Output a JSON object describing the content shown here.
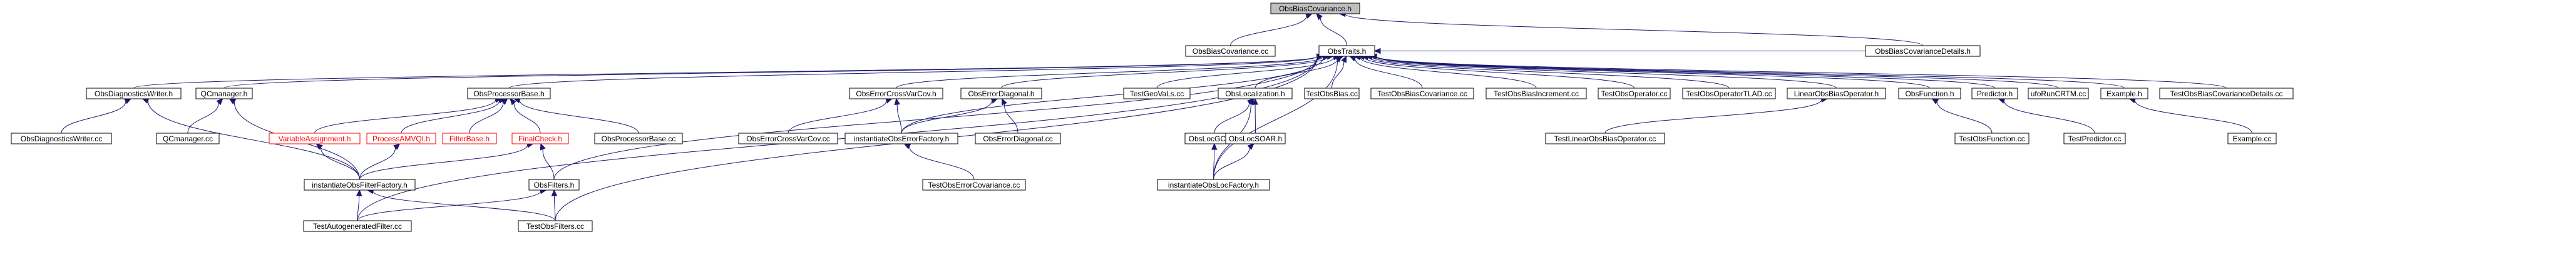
{
  "nodes": [
    {
      "id": "root",
      "label": "ObsBiasCovariance.h",
      "root": true
    },
    {
      "id": "obsbiascov_cc",
      "label": "ObsBiasCovariance.cc"
    },
    {
      "id": "obstraits",
      "label": "ObsTraits.h"
    },
    {
      "id": "obsbiascovdetails",
      "label": "ObsBiasCovarianceDetails.h"
    },
    {
      "id": "obsdiagwriter_h",
      "label": "ObsDiagnosticsWriter.h"
    },
    {
      "id": "qcmanager_h",
      "label": "QCmanager.h"
    },
    {
      "id": "obsprocbase_h",
      "label": "ObsProcessorBase.h"
    },
    {
      "id": "obserrcrossvarcov_h",
      "label": "ObsErrorCrossVarCov.h"
    },
    {
      "id": "obserrdiag_h",
      "label": "ObsErrorDiagonal.h"
    },
    {
      "id": "testgeovals",
      "label": "TestGeoVaLs.cc"
    },
    {
      "id": "obsloc_h",
      "label": "ObsLocalization.h"
    },
    {
      "id": "testobsbias",
      "label": "TestObsBias.cc"
    },
    {
      "id": "testobsbiascov",
      "label": "TestObsBiasCovariance.cc"
    },
    {
      "id": "testobsbiasinc",
      "label": "TestObsBiasIncrement.cc"
    },
    {
      "id": "testobsop",
      "label": "TestObsOperator.cc"
    },
    {
      "id": "testobsoptlad",
      "label": "TestObsOperatorTLAD.cc"
    },
    {
      "id": "linobsbiasop_h",
      "label": "LinearObsBiasOperator.h"
    },
    {
      "id": "obsfunction_h",
      "label": "ObsFunction.h"
    },
    {
      "id": "predictor_h",
      "label": "Predictor.h"
    },
    {
      "id": "ufocrtm",
      "label": "ufoRunCRTM.cc"
    },
    {
      "id": "example_h",
      "label": "Example.h"
    },
    {
      "id": "testobsbiascovdetails",
      "label": "TestObsBiasCovarianceDetails.cc"
    },
    {
      "id": "obsdiagwriter_cc",
      "label": "ObsDiagnosticsWriter.cc"
    },
    {
      "id": "qcmanager_cc",
      "label": "QCmanager.cc"
    },
    {
      "id": "varassign_h",
      "label": "VariableAssignment.h",
      "red": true
    },
    {
      "id": "processamvqi_h",
      "label": "ProcessAMVQI.h",
      "red": true
    },
    {
      "id": "filterbase_h",
      "label": "FilterBase.h",
      "red": true
    },
    {
      "id": "finalcheck_h",
      "label": "FinalCheck.h",
      "red": true
    },
    {
      "id": "obsprocbase_cc",
      "label": "ObsProcessorBase.cc"
    },
    {
      "id": "obserrcrossvarcov_cc",
      "label": "ObsErrorCrossVarCov.cc"
    },
    {
      "id": "instobserrfactory_h",
      "label": "instantiateObsErrorFactory.h"
    },
    {
      "id": "obserrdiag_cc",
      "label": "ObsErrorDiagonal.cc"
    },
    {
      "id": "obslocgc99_h",
      "label": "ObsLocGC99.h"
    },
    {
      "id": "obslocsoar_h",
      "label": "ObsLocSOAR.h"
    },
    {
      "id": "testlinobsbiasop",
      "label": "TestLinearObsBiasOperator.cc"
    },
    {
      "id": "testobsfunction",
      "label": "TestObsFunction.cc"
    },
    {
      "id": "testpredictor",
      "label": "TestPredictor.cc"
    },
    {
      "id": "example_cc",
      "label": "Example.cc"
    },
    {
      "id": "instobsfilterfactory_h",
      "label": "instantiateObsFilterFactory.h"
    },
    {
      "id": "obsfilters_h",
      "label": "ObsFilters.h"
    },
    {
      "id": "testobserrcov",
      "label": "TestObsErrorCovariance.cc"
    },
    {
      "id": "instobslocfactory_h",
      "label": "instantiateObsLocFactory.h"
    },
    {
      "id": "testautogenfilter",
      "label": "TestAutogeneratedFilter.cc"
    },
    {
      "id": "testobsfilters",
      "label": "TestObsFilters.cc"
    }
  ],
  "edges": [
    [
      "obsbiascov_cc",
      "root"
    ],
    [
      "obstraits",
      "root"
    ],
    [
      "obsbiascovdetails",
      "root"
    ],
    [
      "obsbiascovdetails",
      "obstraits"
    ],
    [
      "obsdiagwriter_h",
      "obstraits"
    ],
    [
      "qcmanager_h",
      "obstraits"
    ],
    [
      "obsprocbase_h",
      "obstraits"
    ],
    [
      "obserrcrossvarcov_h",
      "obstraits"
    ],
    [
      "obserrdiag_h",
      "obstraits"
    ],
    [
      "testgeovals",
      "obstraits"
    ],
    [
      "obsloc_h",
      "obstraits"
    ],
    [
      "testobsbias",
      "obstraits"
    ],
    [
      "testobsbiascov",
      "obstraits"
    ],
    [
      "testobsbiasinc",
      "obstraits"
    ],
    [
      "testobsop",
      "obstraits"
    ],
    [
      "testobsoptlad",
      "obstraits"
    ],
    [
      "linobsbiasop_h",
      "obstraits"
    ],
    [
      "obsfunction_h",
      "obstraits"
    ],
    [
      "predictor_h",
      "obstraits"
    ],
    [
      "ufocrtm",
      "obstraits"
    ],
    [
      "example_h",
      "obstraits"
    ],
    [
      "testobsbiascovdetails",
      "obstraits"
    ],
    [
      "instobserrfactory_h",
      "obstraits"
    ],
    [
      "instobslocfactory_h",
      "obstraits"
    ],
    [
      "obsfilters_h",
      "obstraits"
    ],
    [
      "testautogenfilter",
      "obstraits"
    ],
    [
      "testobsfilters",
      "obstraits"
    ],
    [
      "obsdiagwriter_cc",
      "obsdiagwriter_h"
    ],
    [
      "instobsfilterfactory_h",
      "obsdiagwriter_h"
    ],
    [
      "qcmanager_cc",
      "qcmanager_h"
    ],
    [
      "instobsfilterfactory_h",
      "qcmanager_h"
    ],
    [
      "varassign_h",
      "obsprocbase_h"
    ],
    [
      "processamvqi_h",
      "obsprocbase_h"
    ],
    [
      "filterbase_h",
      "obsprocbase_h"
    ],
    [
      "finalcheck_h",
      "obsprocbase_h"
    ],
    [
      "obsprocbase_cc",
      "obsprocbase_h"
    ],
    [
      "obserrcrossvarcov_cc",
      "obserrcrossvarcov_h"
    ],
    [
      "instobserrfactory_h",
      "obserrcrossvarcov_h"
    ],
    [
      "instobserrfactory_h",
      "obserrdiag_h"
    ],
    [
      "obserrdiag_cc",
      "obserrdiag_h"
    ],
    [
      "obslocgc99_h",
      "obsloc_h"
    ],
    [
      "obslocsoar_h",
      "obsloc_h"
    ],
    [
      "instobslocfactory_h",
      "obsloc_h"
    ],
    [
      "testlinobsbiasop",
      "linobsbiasop_h"
    ],
    [
      "testobsfunction",
      "obsfunction_h"
    ],
    [
      "testpredictor",
      "predictor_h"
    ],
    [
      "example_cc",
      "example_h"
    ],
    [
      "instobsfilterfactory_h",
      "varassign_h"
    ],
    [
      "instobsfilterfactory_h",
      "processamvqi_h"
    ],
    [
      "instobsfilterfactory_h",
      "finalcheck_h"
    ],
    [
      "obsfilters_h",
      "finalcheck_h"
    ],
    [
      "testobserrcov",
      "instobserrfactory_h"
    ],
    [
      "instobslocfactory_h",
      "obslocgc99_h"
    ],
    [
      "instobslocfactory_h",
      "obslocsoar_h"
    ],
    [
      "testautogenfilter",
      "instobsfilterfactory_h"
    ],
    [
      "testobsfilters",
      "instobsfilterfactory_h"
    ],
    [
      "testautogenfilter",
      "obsfilters_h"
    ],
    [
      "testobsfilters",
      "obsfilters_h"
    ]
  ]
}
